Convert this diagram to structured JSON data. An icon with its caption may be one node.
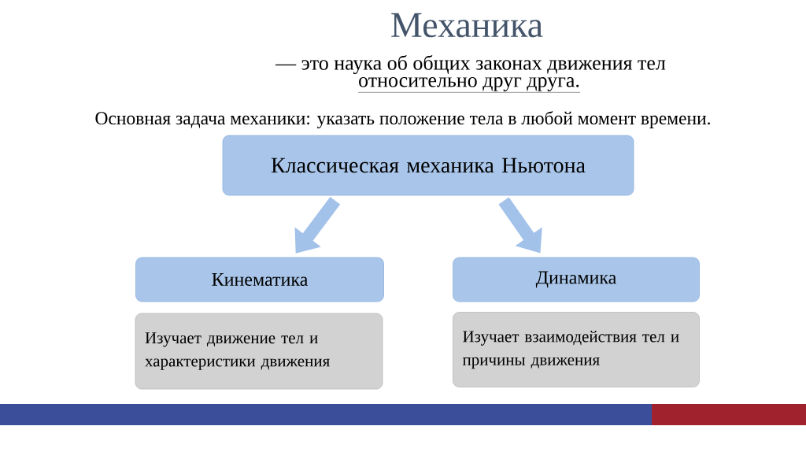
{
  "diagram": {
    "title": "Механика",
    "nodes": [
      {
        "text": [
          "Классическая механика Ньютона"
        ]
      },
      {
        "text": [
          "Кинематика"
        ]
      },
      {
        "text": [
          "Динамика"
        ]
      },
      {
        "text": [
          "Изучает движение тел и характеристики движения"
        ]
      },
      {
        "text": [
          "Изучает взаимодействия тел и причины движения"
        ]
      }
    ],
    "edges": [
      {
        "from": 0,
        "to": 1,
        "arrow": "to"
      },
      {
        "from": 0,
        "to": 2,
        "arrow": "to"
      }
    ],
    "labels": [
      "— это наука об общих законах движения тел",
      "относительно друг друга.",
      "Основная задача механики: указать положение тела в любой момент времени."
    ]
  }
}
